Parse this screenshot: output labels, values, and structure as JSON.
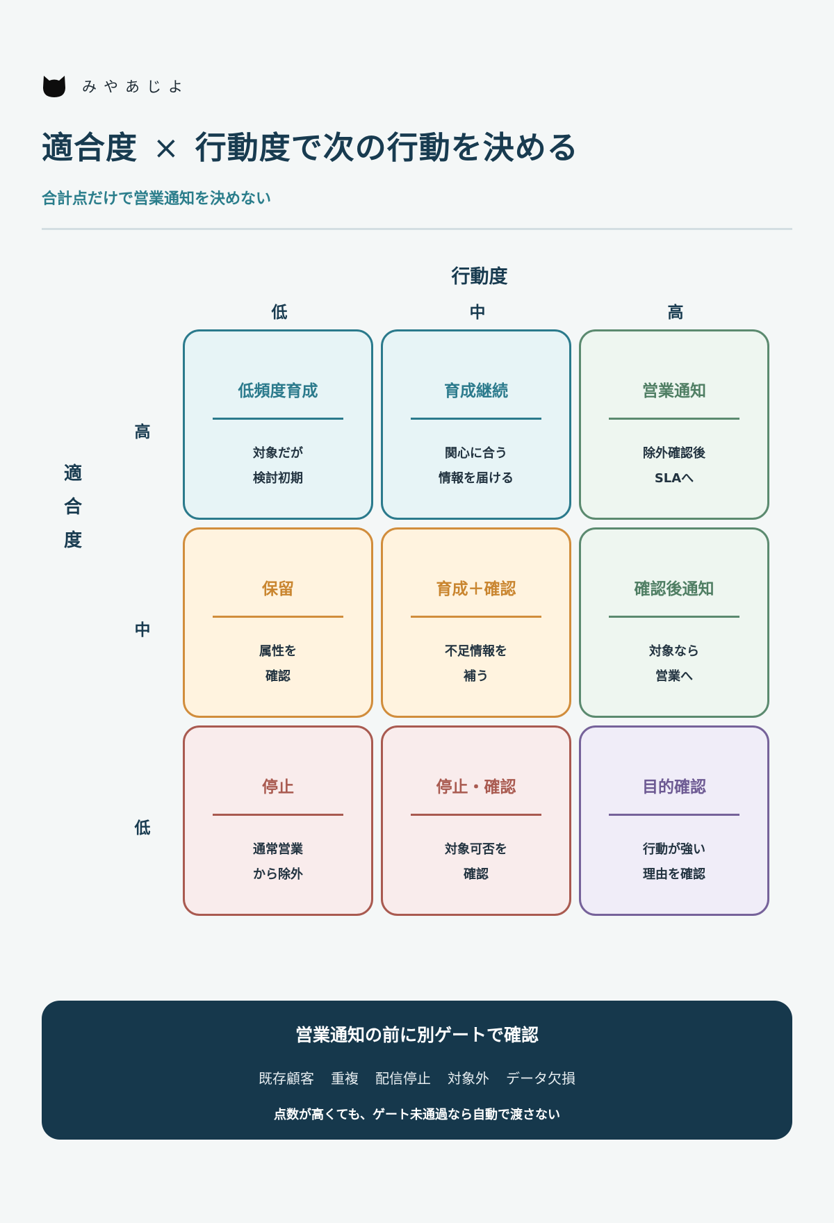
{
  "header": {
    "logo_icon": "cat-head-icon",
    "brand_name": "みやあじよ",
    "title_left": "適合度",
    "title_times": "×",
    "title_right": "行動度で次の行動を決める",
    "subtitle": "合計点だけで営業通知を決めない"
  },
  "matrix": {
    "x_axis": {
      "title": "行動度",
      "ticks": [
        "低",
        "中",
        "高"
      ]
    },
    "y_axis": {
      "title_chars": [
        "適",
        "合",
        "度"
      ],
      "ticks": [
        "高",
        "中",
        "低"
      ]
    },
    "rows": [
      {
        "fit": "高",
        "cells": [
          {
            "action": "低",
            "title": "低頻度育成",
            "lines": [
              "対象だが",
              "検討初期"
            ],
            "color": "#2b7a8c"
          },
          {
            "action": "中",
            "title": "育成継続",
            "lines": [
              "関心に合う",
              "情報を届ける"
            ],
            "color": "#2b7a8c"
          },
          {
            "action": "高",
            "title": "営業通知",
            "lines": [
              "除外確認後",
              "SLAへ"
            ],
            "color": "#5b8a6f"
          }
        ]
      },
      {
        "fit": "中",
        "cells": [
          {
            "action": "低",
            "title": "保留",
            "lines": [
              "属性を",
              "確認"
            ],
            "color": "#d18d3c"
          },
          {
            "action": "中",
            "title": "育成＋確認",
            "lines": [
              "不足情報を",
              "補う"
            ],
            "color": "#d18d3c"
          },
          {
            "action": "高",
            "title": "確認後通知",
            "lines": [
              "対象なら",
              "営業へ"
            ],
            "color": "#5b8a6f"
          }
        ]
      },
      {
        "fit": "低",
        "cells": [
          {
            "action": "低",
            "title": "停止",
            "lines": [
              "通常営業",
              "から除外"
            ],
            "color": "#a95a50"
          },
          {
            "action": "中",
            "title": "停止・確認",
            "lines": [
              "対象可否を",
              "確認"
            ],
            "color": "#a95a50"
          },
          {
            "action": "高",
            "title": "目的確認",
            "lines": [
              "行動が強い",
              "理由を確認"
            ],
            "color": "#76629a"
          }
        ]
      }
    ]
  },
  "gate": {
    "title": "営業通知の前に別ゲートで確認",
    "items": [
      "既存顧客",
      "重複",
      "配信停止",
      "対象外",
      "データ欠損"
    ],
    "note": "点数が高くても、ゲート未通過なら自動で渡さない"
  }
}
